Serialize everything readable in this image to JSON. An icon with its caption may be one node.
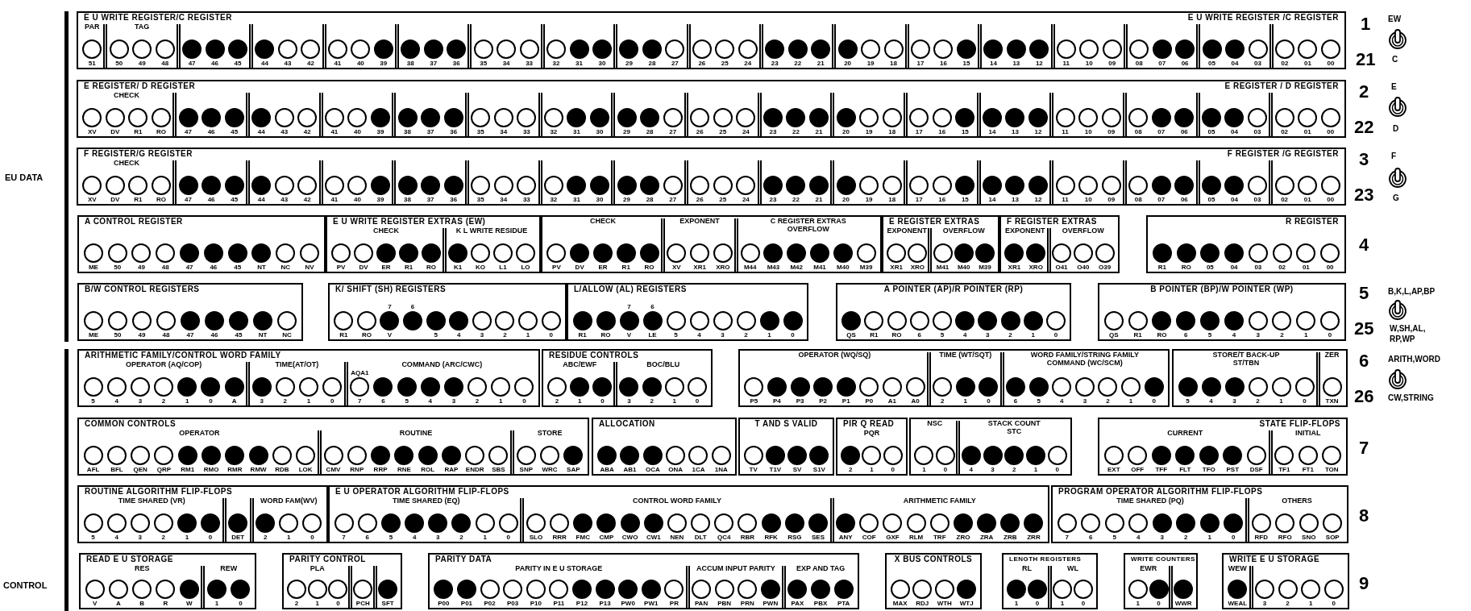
{
  "diagram": {
    "nodes": [
      {
        "text": [
          "E U WRITE REGISTER/C REGISTER",
          "PAR",
          "TAG",
          "E U WRITE REGISTER /C REGISTER"
        ]
      },
      {
        "text": [
          "E REGISTER/ D REGISTER",
          "CHECK",
          "E REGISTER / D REGISTER"
        ]
      },
      {
        "text": [
          "F REGISTER/G REGISTER",
          "CHECK",
          "F REGISTER /G REGISTER"
        ]
      },
      {
        "text": [
          "A CONTROL REGISTER"
        ]
      },
      {
        "text": [
          "E U WRITE REGISTER EXTRAS (EW)",
          "CHECK",
          "K L WRITE RESIDUE"
        ]
      },
      {
        "text": [
          "CHECK",
          "EXPONENT",
          "C REGISTER EXTRAS",
          "OVERFLOW"
        ]
      },
      {
        "text": [
          "E REGISTER EXTRAS",
          "EXPONENT",
          "OVERFLOW"
        ]
      },
      {
        "text": [
          "F REGISTER EXTRAS",
          "EXPONENT",
          "OVERFLOW"
        ]
      },
      {
        "text": [
          "R REGISTER"
        ]
      },
      {
        "text": [
          "B/W CONTROL REGISTERS"
        ]
      },
      {
        "text": [
          "K/ SHIFT (SH) REGISTERS"
        ]
      },
      {
        "text": [
          "L/ALLOW (AL) REGISTERS"
        ]
      },
      {
        "text": [
          "A POINTER (AP)/R POINTER (RP)"
        ]
      },
      {
        "text": [
          "B POINTER (BP)/W POINTER (WP)"
        ]
      },
      {
        "text": [
          "ARITHMETIC FAMILY/CONTROL WORD FAMILY",
          "OPERATOR (AQ/COP)",
          "TIME(AT/OT)",
          "COMMAND (ARC/CWC)"
        ]
      },
      {
        "text": [
          "RESIDUE CONTROLS",
          "ABC/EWF",
          "BOC/BLU"
        ]
      },
      {
        "text": [
          "OPERATOR (WQ/SQ)",
          "TIME (WT/SQT)",
          "WORD FAMILY/STRING FAMILY",
          "COMMAND (WC/SCM)"
        ]
      },
      {
        "text": [
          "STORE/T BACK-UP",
          "ST/TBN",
          "ZER"
        ]
      },
      {
        "text": [
          "COMMON CONTROLS",
          "OPERATOR",
          "ROUTINE",
          "STORE"
        ]
      },
      {
        "text": [
          "ALLOCATION"
        ]
      },
      {
        "text": [
          "T AND S VALID"
        ]
      },
      {
        "text": [
          "PIR Q READ",
          "PQR"
        ]
      },
      {
        "text": [
          "NSC",
          "STACK COUNT",
          "STC"
        ]
      },
      {
        "text": [
          "STATE FLIP-FLOPS",
          "CURRENT",
          "INITIAL"
        ]
      },
      {
        "text": [
          "ROUTINE ALGORITHM FLIP-FLOPS",
          "TIME SHARED (VR)",
          "WORD FAM(WV)"
        ]
      },
      {
        "text": [
          "E U OPERATOR ALGORITHM FLIP-FLOPS",
          "TIME SHARED (EQ)",
          "CONTROL WORD FAMILY",
          "ARITHMETIC FAMILY"
        ]
      },
      {
        "text": [
          "PROGRAM OPERATOR ALGORITHM FLIP-FLOPS",
          "TIME SHARED (PQ)",
          "OTHERS"
        ]
      },
      {
        "text": [
          "READ E U STORAGE",
          "RES",
          "REW"
        ]
      },
      {
        "text": [
          "PARITY CONTROL",
          "PLA"
        ]
      },
      {
        "text": [
          "PARITY DATA",
          "PARITY IN E U STORAGE",
          "ACCUM INPUT PARITY",
          "EXP AND TAG"
        ]
      },
      {
        "text": [
          "X BUS CONTROLS"
        ]
      },
      {
        "text": [
          "LENGTH REGISTERS",
          "RL",
          "WL"
        ]
      },
      {
        "text": [
          "WRITE COUNTERS",
          "EWR"
        ]
      },
      {
        "text": [
          "WRITE E U STORAGE",
          "WEW"
        ]
      }
    ],
    "labels": [
      "EU DATA",
      "CONTROL",
      "1",
      "EW",
      "21",
      "C",
      "2",
      "E",
      "22",
      "D",
      "3",
      "F",
      "23",
      "G",
      "4",
      "5",
      "B,K,L,AP,BP",
      "25",
      "W,SH,AL, RP,WP",
      "6",
      "ARITH,WORD",
      "26",
      "CW,STRING",
      "7",
      "8",
      "9",
      "51",
      "50",
      "49",
      "48",
      "47",
      "46",
      "45",
      "44",
      "43",
      "42",
      "41",
      "40",
      "39",
      "38",
      "37",
      "36",
      "35",
      "34",
      "33",
      "32",
      "31",
      "30",
      "29",
      "28",
      "27",
      "26",
      "25",
      "24",
      "23",
      "22",
      "21",
      "20",
      "19",
      "18",
      "17",
      "16",
      "15",
      "14",
      "13",
      "12",
      "11",
      "10",
      "09",
      "08",
      "07",
      "06",
      "05",
      "04",
      "03",
      "02",
      "01",
      "00",
      "XV",
      "DV",
      "R1",
      "RO",
      "47",
      "46",
      "45",
      "44",
      "43",
      "42",
      "41",
      "40",
      "39",
      "38",
      "37",
      "36",
      "35",
      "34",
      "33",
      "32",
      "31",
      "30",
      "29",
      "28",
      "27",
      "26",
      "25",
      "24",
      "23",
      "22",
      "21",
      "20",
      "19",
      "18",
      "17",
      "16",
      "15",
      "14",
      "13",
      "12",
      "11",
      "10",
      "09",
      "08",
      "07",
      "06",
      "05",
      "04",
      "03",
      "02",
      "01",
      "00",
      "XV",
      "DV",
      "R1",
      "RO",
      "47",
      "46",
      "45",
      "44",
      "43",
      "42",
      "41",
      "40",
      "39",
      "38",
      "37",
      "36",
      "35",
      "34",
      "33",
      "32",
      "31",
      "30",
      "29",
      "28",
      "27",
      "26",
      "25",
      "24",
      "23",
      "22",
      "21",
      "20",
      "19",
      "18",
      "17",
      "16",
      "15",
      "14",
      "13",
      "12",
      "11",
      "10",
      "09",
      "08",
      "07",
      "06",
      "05",
      "04",
      "03",
      "02",
      "01",
      "00",
      "ME",
      "50",
      "49",
      "48",
      "47",
      "46",
      "45",
      "NT",
      "NC",
      "NV",
      "PV",
      "DV",
      "ER",
      "R1",
      "RO",
      "K1",
      "KO",
      "L1",
      "LO",
      "PV",
      "DV",
      "ER",
      "R1",
      "RO",
      "XV",
      "XR1",
      "XRO",
      "M44",
      "M43",
      "M42",
      "M41",
      "M40",
      "M39",
      "XR1",
      "XRO",
      "M41",
      "M40",
      "M39",
      "XR1",
      "XRO",
      "O41",
      "O40",
      "O39",
      "R1",
      "RO",
      "05",
      "04",
      "03",
      "02",
      "01",
      "00",
      "ME",
      "50",
      "49",
      "48",
      "47",
      "46",
      "45",
      "NT",
      "NC",
      "R1",
      "RO",
      "7",
      "V",
      "6",
      "5",
      "4",
      "3",
      "2",
      "1",
      "0",
      "R1",
      "RO",
      "7",
      "V",
      "6",
      "LE",
      "5",
      "4",
      "3",
      "2",
      "1",
      "0",
      "QS",
      "R1",
      "RO",
      "6",
      "5",
      "4",
      "3",
      "2",
      "1",
      "0",
      "QS",
      "R1",
      "RO",
      "6",
      "5",
      "4",
      "3",
      "2",
      "1",
      "0",
      "5",
      "4",
      "3",
      "2",
      "1",
      "0",
      "A",
      "3",
      "2",
      "1",
      "0",
      "AQA1",
      "7",
      "6",
      "5",
      "4",
      "3",
      "2",
      "1",
      "0",
      "2",
      "1",
      "0",
      "3",
      "2",
      "1",
      "0",
      "P5",
      "P4",
      "P3",
      "P2",
      "P1",
      "P0",
      "A1",
      "A0",
      "2",
      "1",
      "0",
      "6",
      "5",
      "4",
      "3",
      "2",
      "1",
      "0",
      "5",
      "4",
      "3",
      "2",
      "1",
      "0",
      "TXN",
      "AFL",
      "BFL",
      "QEN",
      "QRP",
      "RM1",
      "RMO",
      "RMR",
      "RMW",
      "RDB",
      "LOK",
      "CMV",
      "RNP",
      "RRP",
      "RNE",
      "ROL",
      "RAP",
      "ENDR",
      "SBS",
      "SNP",
      "WRC",
      "SAP",
      "ABA",
      "AB1",
      "OCA",
      "ONA",
      "1CA",
      "1NA",
      "TV",
      "T1V",
      "SV",
      "S1V",
      "2",
      "1",
      "0",
      "1",
      "0",
      "4",
      "3",
      "2",
      "1",
      "0",
      "EXT",
      "OFF",
      "TFF",
      "FLT",
      "TFO",
      "PST",
      "DSF",
      "TF1",
      "FT1",
      "TON",
      "5",
      "4",
      "3",
      "2",
      "1",
      "0",
      "DET",
      "2",
      "1",
      "0",
      "7",
      "6",
      "5",
      "4",
      "3",
      "2",
      "1",
      "0",
      "SLO",
      "RRR",
      "FMC",
      "CMP",
      "CWO",
      "CW1",
      "NEN",
      "DLT",
      "QC4",
      "RBR",
      "RFK",
      "RSG",
      "SES",
      "ANY",
      "COF",
      "GXF",
      "RLM",
      "TRF",
      "ZRO",
      "ZRA",
      "ZRB",
      "ZRR",
      "7",
      "6",
      "5",
      "4",
      "3",
      "2",
      "1",
      "0",
      "RFD",
      "RFO",
      "SNO",
      "SOP",
      "V",
      "A",
      "B",
      "R",
      "W",
      "1",
      "0",
      "2",
      "1",
      "0",
      "PCH",
      "SFT",
      "P00",
      "P01",
      "P02",
      "P03",
      "P10",
      "P11",
      "P12",
      "P13",
      "PW0",
      "PW1",
      "PR",
      "PAN",
      "PBN",
      "PRN",
      "PWN",
      "PAX",
      "PBX",
      "PTA",
      "MAX",
      "RDJ",
      "WTH",
      "WTJ",
      "1",
      "0",
      "1",
      "0",
      "1",
      "0",
      "WWR",
      "WEAL",
      "3",
      "2",
      "1",
      "0"
    ]
  }
}
